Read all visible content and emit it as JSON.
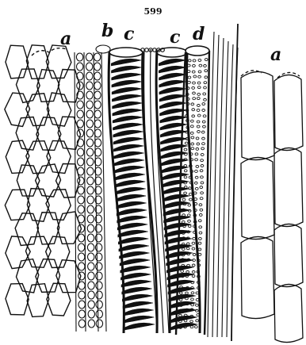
{
  "figure": {
    "number": "599",
    "labels": {
      "a_left": "a",
      "b": "b",
      "c_left": "c",
      "c_right": "c",
      "d": "d",
      "a_right": "a"
    }
  }
}
